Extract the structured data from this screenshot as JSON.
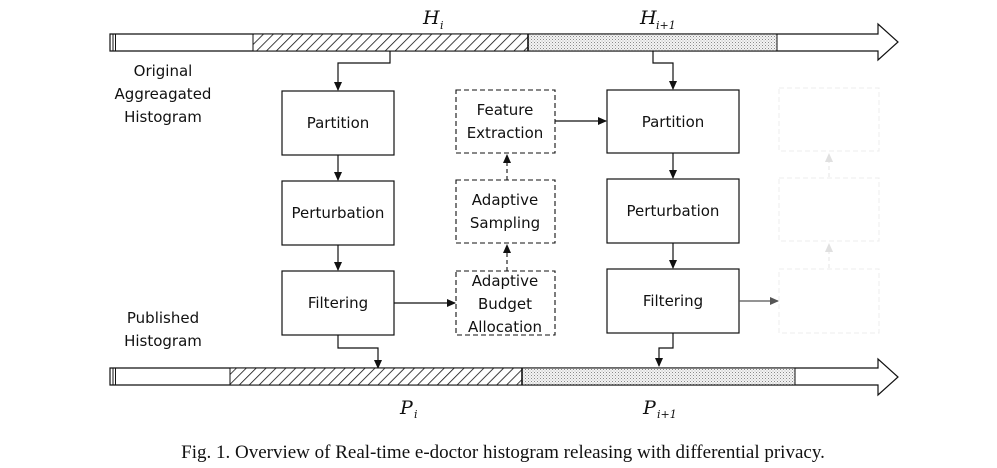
{
  "timeline_top": {
    "label_main": "H",
    "segments": [
      {
        "name": "H_i",
        "sub": "i",
        "pattern": "hatch"
      },
      {
        "name": "H_i+1",
        "sub": "i+1",
        "pattern": "dots"
      }
    ],
    "side_label": [
      "Original",
      "Aggreagated",
      "Histogram"
    ]
  },
  "timeline_bottom": {
    "label_main": "P",
    "segments": [
      {
        "name": "P_i",
        "sub": "i",
        "pattern": "hatch"
      },
      {
        "name": "P_i+1",
        "sub": "i+1",
        "pattern": "dots"
      }
    ],
    "side_label": [
      "Published",
      "Histogram"
    ]
  },
  "stage_i": {
    "boxes": [
      {
        "label": [
          "Partition"
        ]
      },
      {
        "label": [
          "Perturbation"
        ]
      },
      {
        "label": [
          "Filtering"
        ]
      }
    ]
  },
  "adaptive": {
    "boxes": [
      {
        "label": [
          "Feature",
          "Extraction"
        ]
      },
      {
        "label": [
          "Adaptive",
          "Sampling"
        ]
      },
      {
        "label": [
          "Adaptive",
          "Budget",
          "Allocation"
        ]
      }
    ]
  },
  "stage_i1": {
    "boxes": [
      {
        "label": [
          "Partition"
        ]
      },
      {
        "label": [
          "Perturbation"
        ]
      },
      {
        "label": [
          "Filtering"
        ]
      }
    ]
  },
  "caption": "Fig. 1. Overview of Real-time e-doctor histogram releasing with differential privacy.",
  "colors": {
    "stroke": "#111111",
    "faded": "#e4e4e4",
    "faded_arrow": "#555555",
    "dots": "#9a9a9a"
  }
}
